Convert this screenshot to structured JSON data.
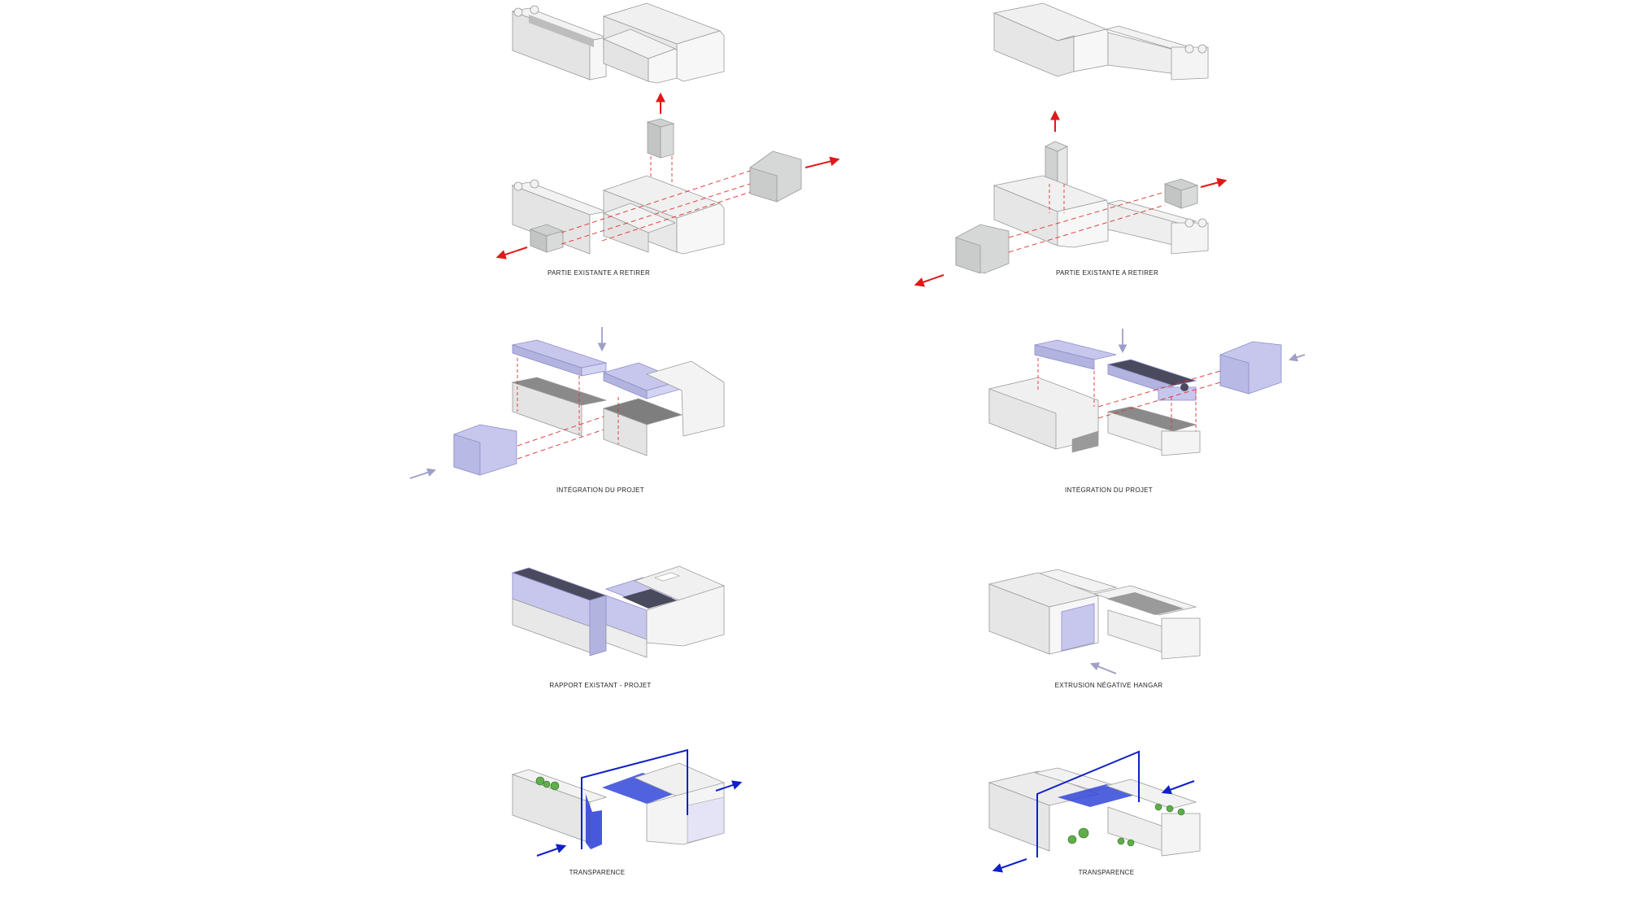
{
  "palette": {
    "mass_top": "#f2f2f2",
    "mass_left": "#e4e4e4",
    "mass_right": "#f7f7f7",
    "edge": "#9a9a9a",
    "removed": "#d6d8d8",
    "project": "#c7c7ee",
    "project_dark": "#8c8cc9",
    "dark_roof": "#4a4a5e",
    "arrow_red": "#e01818",
    "dash_red": "#e03030",
    "arrow_violet": "#9e9ec8",
    "frame_blue": "#1020c8",
    "blue_fill": "#3346d8",
    "tree_green": "#5fae4a"
  },
  "captions": {
    "r1_left": "PARTIE EXISTANTE A RETIRER",
    "r1_right": "PARTIE EXISTANTE A RETIRER",
    "r2_left": "INTÉGRATION DU PROJET",
    "r2_right": "INTÉGRATION DU PROJET",
    "r3_left": "RAPPORT EXISTANT - PROJET",
    "r3_right": "EXTRUSION NÉGATIVE HANGAR",
    "r4_left": "TRANSPARENCE",
    "r4_right": "TRANSPARENCE"
  },
  "icons": {
    "removal_arrow": "red-arrow-icon",
    "insertion_arrow": "violet-arrow-icon",
    "view_arrow": "blue-arrow-icon",
    "vegetation": "tree-icon"
  }
}
